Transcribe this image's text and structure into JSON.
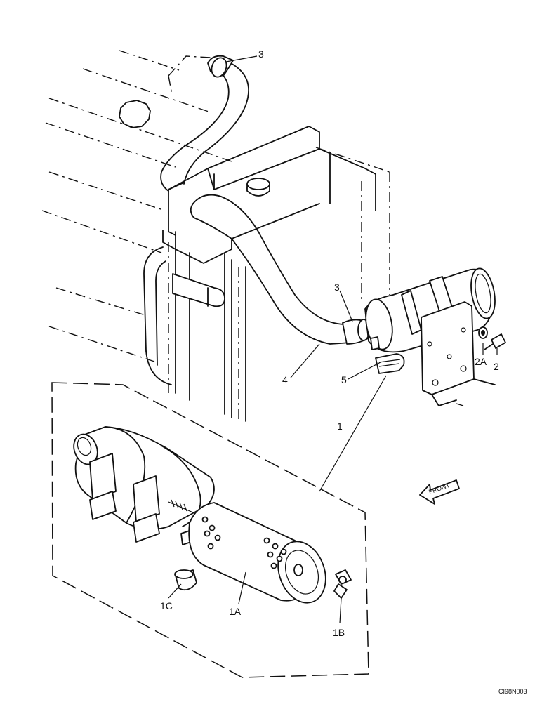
{
  "callouts": {
    "c3_top": "3",
    "c3_mid": "3",
    "c4": "4",
    "c5": "5",
    "c2A": "2A",
    "c2": "2",
    "c1": "1",
    "c1A": "1A",
    "c1B": "1B",
    "c1C": "1C"
  },
  "direction_label": "FRONT",
  "drawing_code": "CI98N003"
}
